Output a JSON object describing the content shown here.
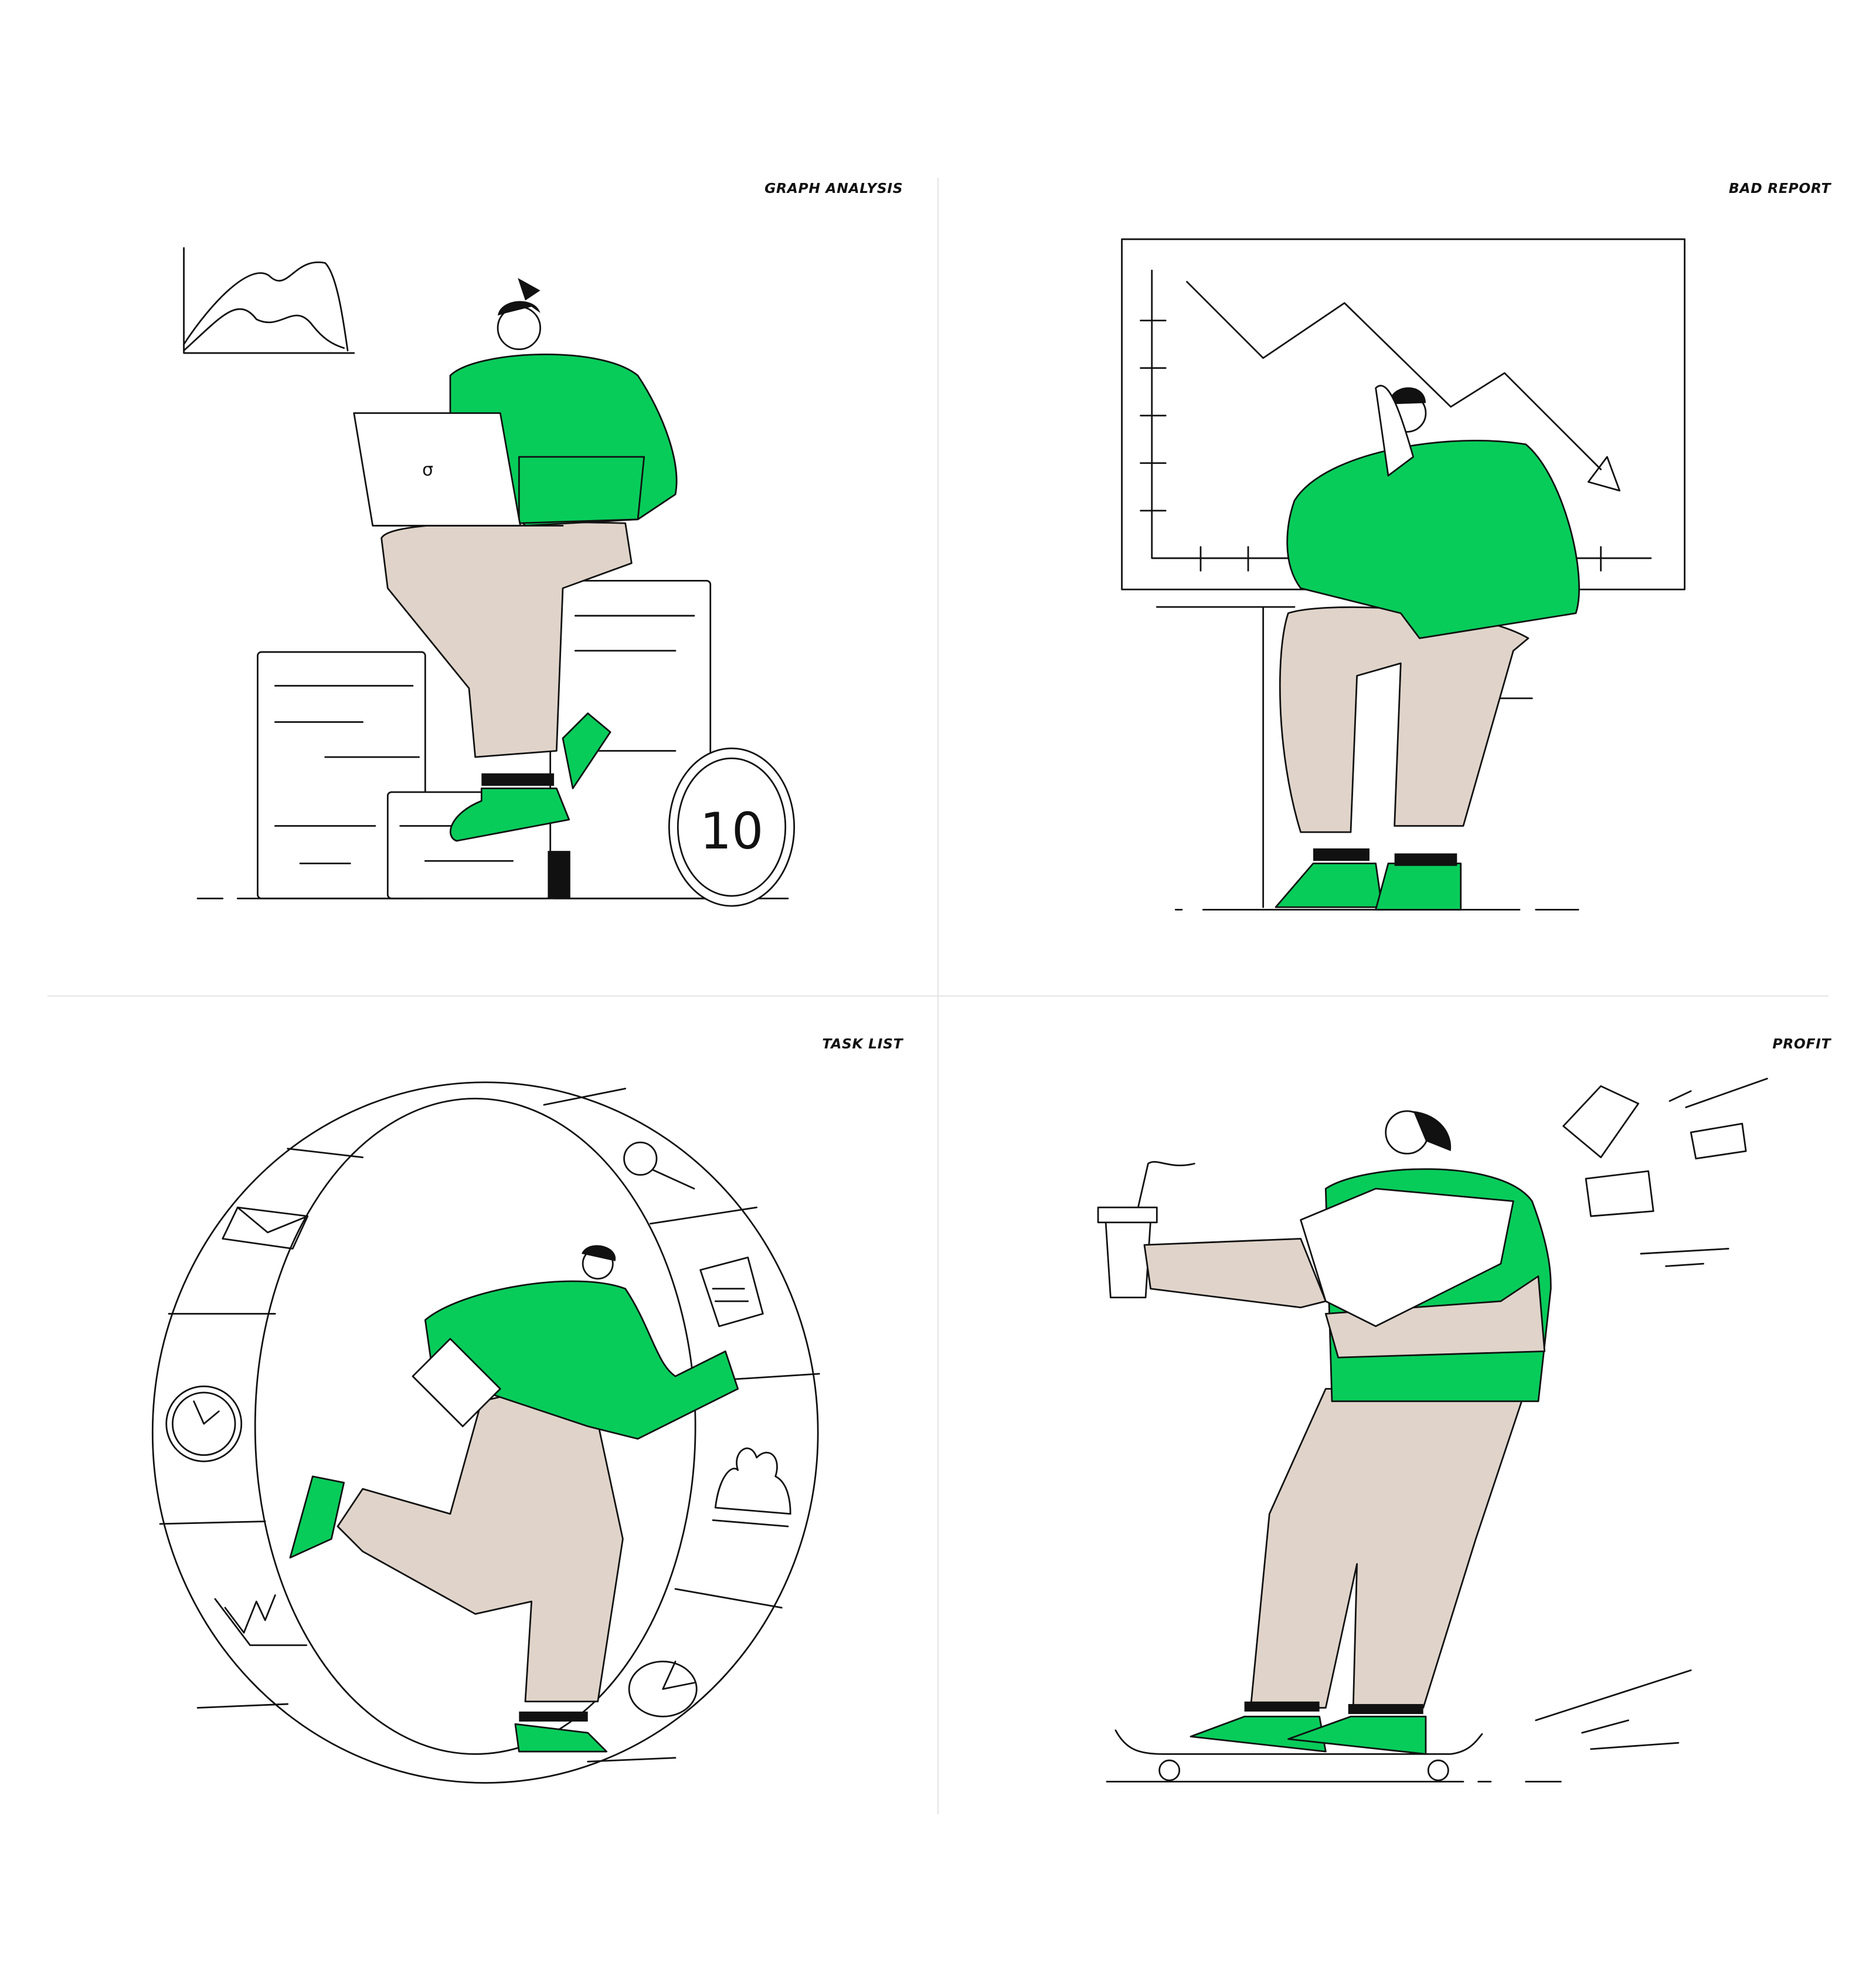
{
  "panels": [
    {
      "title": "Graph Analysis",
      "label": "GRAPH ANALYSIS"
    },
    {
      "title": "Bad Report",
      "label": "BAD REPORT"
    },
    {
      "title": "Task List",
      "label": "TASK LIST"
    },
    {
      "title": "Profit",
      "label": "PROFIT"
    }
  ],
  "coin": {
    "value": "10"
  },
  "colors": {
    "accent": "#08cc5a",
    "pants": "#e0d4ca",
    "ink": "#111111"
  }
}
